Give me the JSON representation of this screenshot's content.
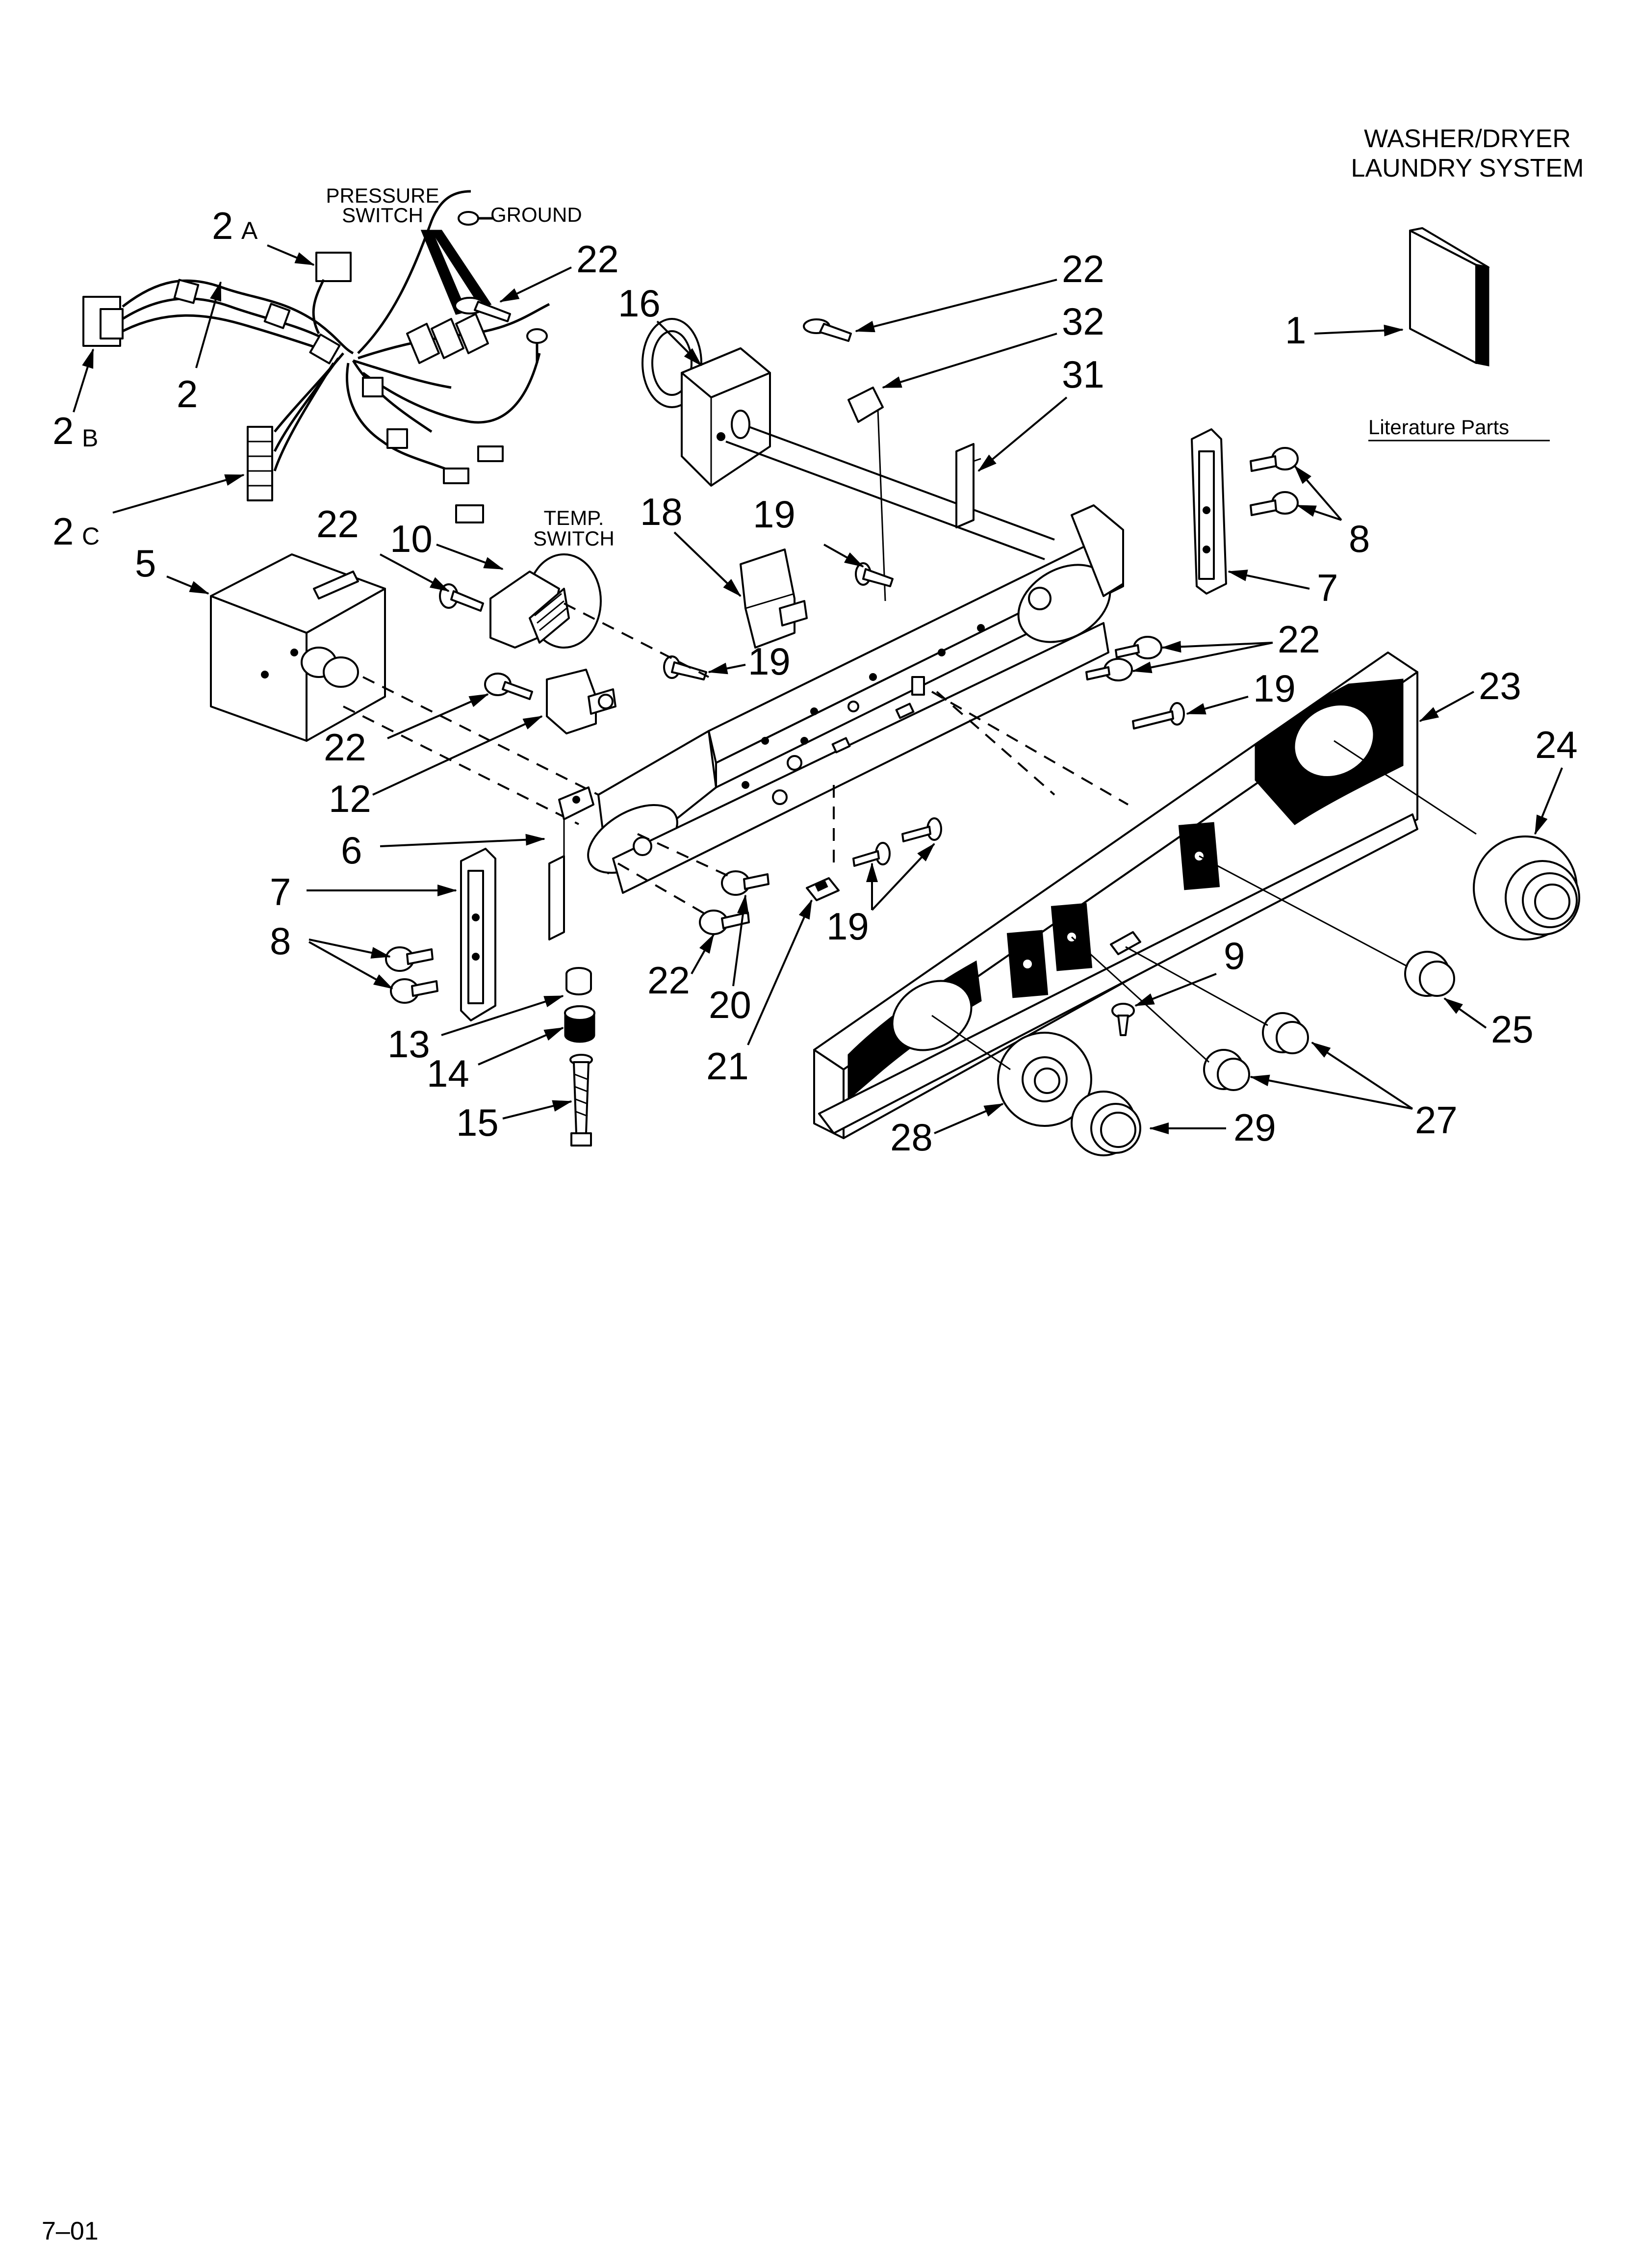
{
  "header": {
    "line1": "WASHER/DRYER",
    "line2": "LAUNDRY SYSTEM"
  },
  "footer": {
    "code": "7–01"
  },
  "labels": {
    "pressure_switch_1": "PRESSURE",
    "pressure_switch_2": "SWITCH",
    "ground": "GROUND",
    "temp_switch_1": "TEMP.",
    "temp_switch_2": "SWITCH",
    "literature_parts": "Literature Parts"
  },
  "callouts": {
    "c1": "1",
    "c2": "2",
    "c2a_num": "2",
    "c2a_sub": "A",
    "c2b_num": "2",
    "c2b_sub": "B",
    "c2c_num": "2",
    "c2c_sub": "C",
    "c5": "5",
    "c6": "6",
    "c7_left": "7",
    "c7_right": "7",
    "c8_left": "8",
    "c8_right": "8",
    "c9": "9",
    "c10": "10",
    "c12": "12",
    "c13": "13",
    "c14": "14",
    "c15": "15",
    "c16": "16",
    "c18": "18",
    "c19_a": "19",
    "c19_b": "19",
    "c19_c": "19",
    "c19_d": "19",
    "c20": "20",
    "c21": "21",
    "c22_a": "22",
    "c22_b": "22",
    "c22_c": "22",
    "c22_d": "22",
    "c22_e": "22",
    "c22_f": "22",
    "c23": "23",
    "c24": "24",
    "c25": "25",
    "c27": "27",
    "c28": "28",
    "c29": "29",
    "c31": "31",
    "c32": "32"
  }
}
